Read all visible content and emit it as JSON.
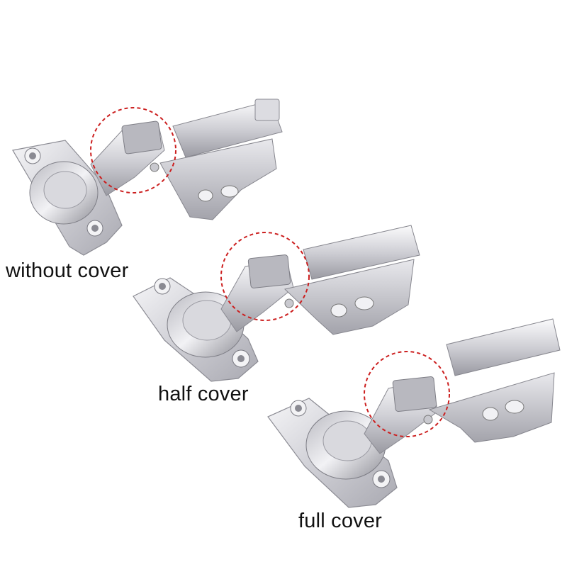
{
  "labels": {
    "without_cover": "without cover",
    "half_cover": "half cover",
    "full_cover": "full cover"
  },
  "colors": {
    "background": "#ffffff",
    "metal_light": "#eeeef2",
    "metal_mid": "#c7c7cd",
    "metal_dark": "#8c8c94",
    "highlight_circle": "#cc1f1f",
    "label_text": "#111111"
  }
}
